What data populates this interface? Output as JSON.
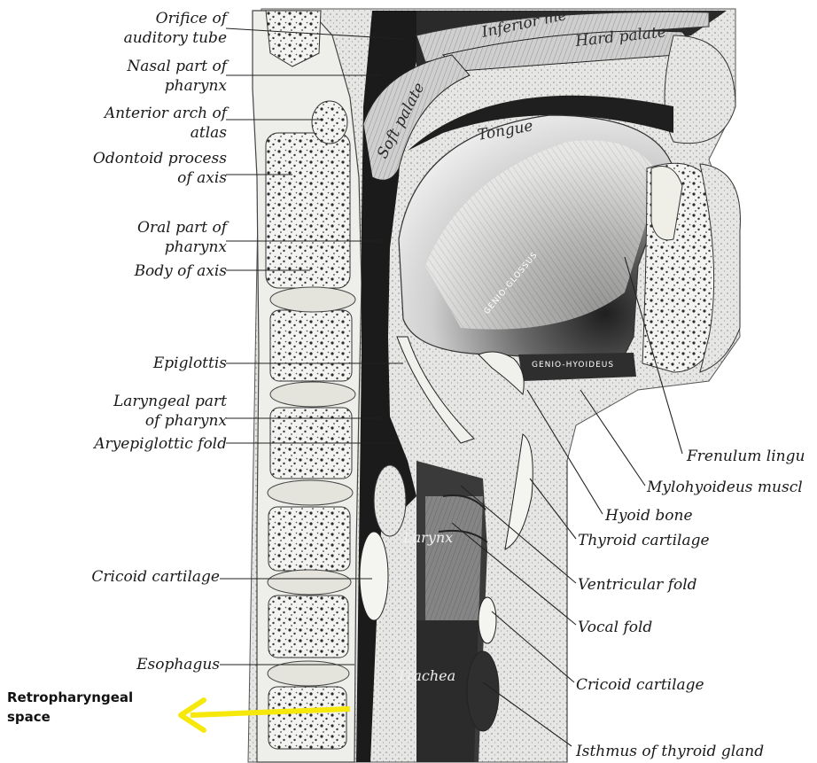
{
  "labels_left": [
    {
      "lines": [
        "Orifice of",
        "auditory tube"
      ]
    },
    {
      "lines": [
        "Nasal part of",
        "pharynx"
      ]
    },
    {
      "lines": [
        "Anterior arch of",
        "atlas"
      ]
    },
    {
      "lines": [
        "Odontoid process",
        "of axis"
      ]
    },
    {
      "lines": [
        "Oral part of",
        "pharynx"
      ]
    },
    {
      "lines": [
        "Body of axis"
      ]
    },
    {
      "lines": [
        "Epiglottis"
      ]
    },
    {
      "lines": [
        "Laryngeal part",
        "of pharynx"
      ]
    },
    {
      "lines": [
        "Aryepiglottic fold"
      ]
    },
    {
      "lines": [
        "Cricoid cartilage"
      ]
    },
    {
      "lines": [
        "Esophagus"
      ]
    }
  ],
  "labels_right": [
    {
      "lines": [
        "Frenulum lingu"
      ]
    },
    {
      "lines": [
        "Mylohyoideus muscl"
      ]
    },
    {
      "lines": [
        "Hyoid bone"
      ]
    },
    {
      "lines": [
        "Thyroid cartilage"
      ]
    },
    {
      "lines": [
        "Ventricular fold"
      ]
    },
    {
      "lines": [
        "Vocal fold"
      ]
    },
    {
      "lines": [
        "Cricoid cartilage"
      ]
    },
    {
      "lines": [
        "Isthmus of thyroid gland"
      ]
    }
  ],
  "labels_inner": {
    "inferior": "Inferior  me",
    "hard_palate": "Hard palate",
    "soft_palate": "Soft palate",
    "tongue": "Tongue",
    "genioglossus": "GENIO-GLOSSUS",
    "geniohyoideus": "GENIO-HYOIDEUS",
    "larynx": "Larynx",
    "trachea": "Trachea"
  },
  "annotation": {
    "text": "Retropharyngeal\nspace",
    "arrow_color": "#f7e80c"
  },
  "colors": {
    "ink": "#1a1a1a",
    "dark": "#1b1b1b",
    "tissue": "#dcdcdc",
    "bone": "#f2f2ee"
  }
}
